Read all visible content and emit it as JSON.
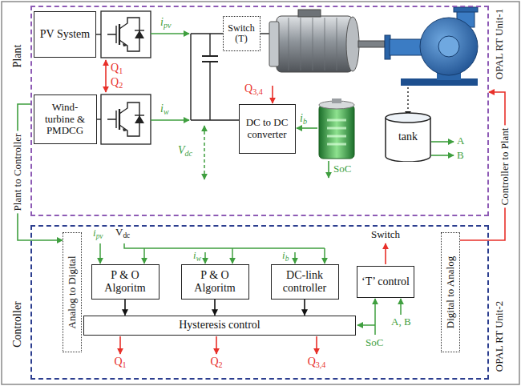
{
  "diagram": {
    "nodes": [
      {
        "text": [
          "Plant",
          "OPAL RT Unit-1"
        ]
      },
      {
        "text": [
          "PV System"
        ],
        "in": 0
      },
      {
        "text": [
          "Wind-turbine & PMDCG"
        ],
        "in": 0
      },
      {
        "text": [
          "Switch (T)"
        ],
        "in": 0
      },
      {
        "text": [
          "DC to DC converter"
        ],
        "in": 0
      },
      {
        "text": [
          "tank"
        ],
        "in": 0
      },
      {
        "text": [
          "Controller",
          "OPAL RT Unit-2"
        ]
      },
      {
        "text": [
          "Analog to Digital"
        ],
        "in": 6
      },
      {
        "text": [
          "P & O Algoritm"
        ],
        "in": 6
      },
      {
        "text": [
          "P & O Algoritm"
        ],
        "in": 6
      },
      {
        "text": [
          "DC-link controller"
        ],
        "in": 6
      },
      {
        "text": [
          "‘T’ control"
        ],
        "in": 6
      },
      {
        "text": [
          "Digital to Analog"
        ],
        "in": 6
      },
      {
        "text": [
          "Hysteresis control"
        ],
        "in": 6
      }
    ],
    "edges": [
      {
        "from": 0,
        "to": 7,
        "arrow": "to",
        "label": "Plant to Controller"
      },
      {
        "from": 12,
        "to": 0,
        "arrow": "to",
        "label": "Controller to Plant"
      },
      {
        "from": 8,
        "to": 13,
        "arrow": "to"
      },
      {
        "from": 9,
        "to": 13,
        "arrow": "to"
      },
      {
        "from": 10,
        "to": 13,
        "arrow": "to"
      }
    ],
    "labels": [
      "ipv",
      "Q1",
      "Q2",
      "iw",
      "Vdc",
      "Q3,4",
      "ib",
      "SoC",
      "A",
      "B",
      "ipv",
      "Vdc",
      "iw",
      "ib",
      "Switch",
      "A, B",
      "SoC",
      "Q1",
      "Q2",
      "Q3,4"
    ]
  }
}
